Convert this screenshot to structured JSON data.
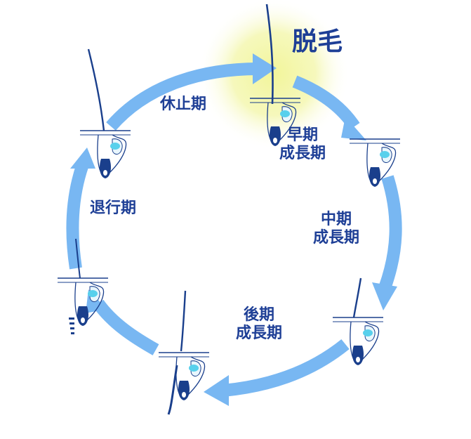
{
  "colors": {
    "arrow": "#78b7f2",
    "text": "#1e3f96",
    "hair": "#1a3f8c",
    "papilla": "#58d0ec",
    "glow": "#f2f59a"
  },
  "labels": {
    "shedding": "脱毛",
    "telogen": "休止期",
    "early_anagen": [
      "早期",
      "成長期"
    ],
    "mid_anagen": [
      "中期",
      "成長期"
    ],
    "late_anagen": [
      "後期",
      "成長期"
    ],
    "catagen": "退行期"
  },
  "icons": [
    "hair-follicle-icon"
  ]
}
